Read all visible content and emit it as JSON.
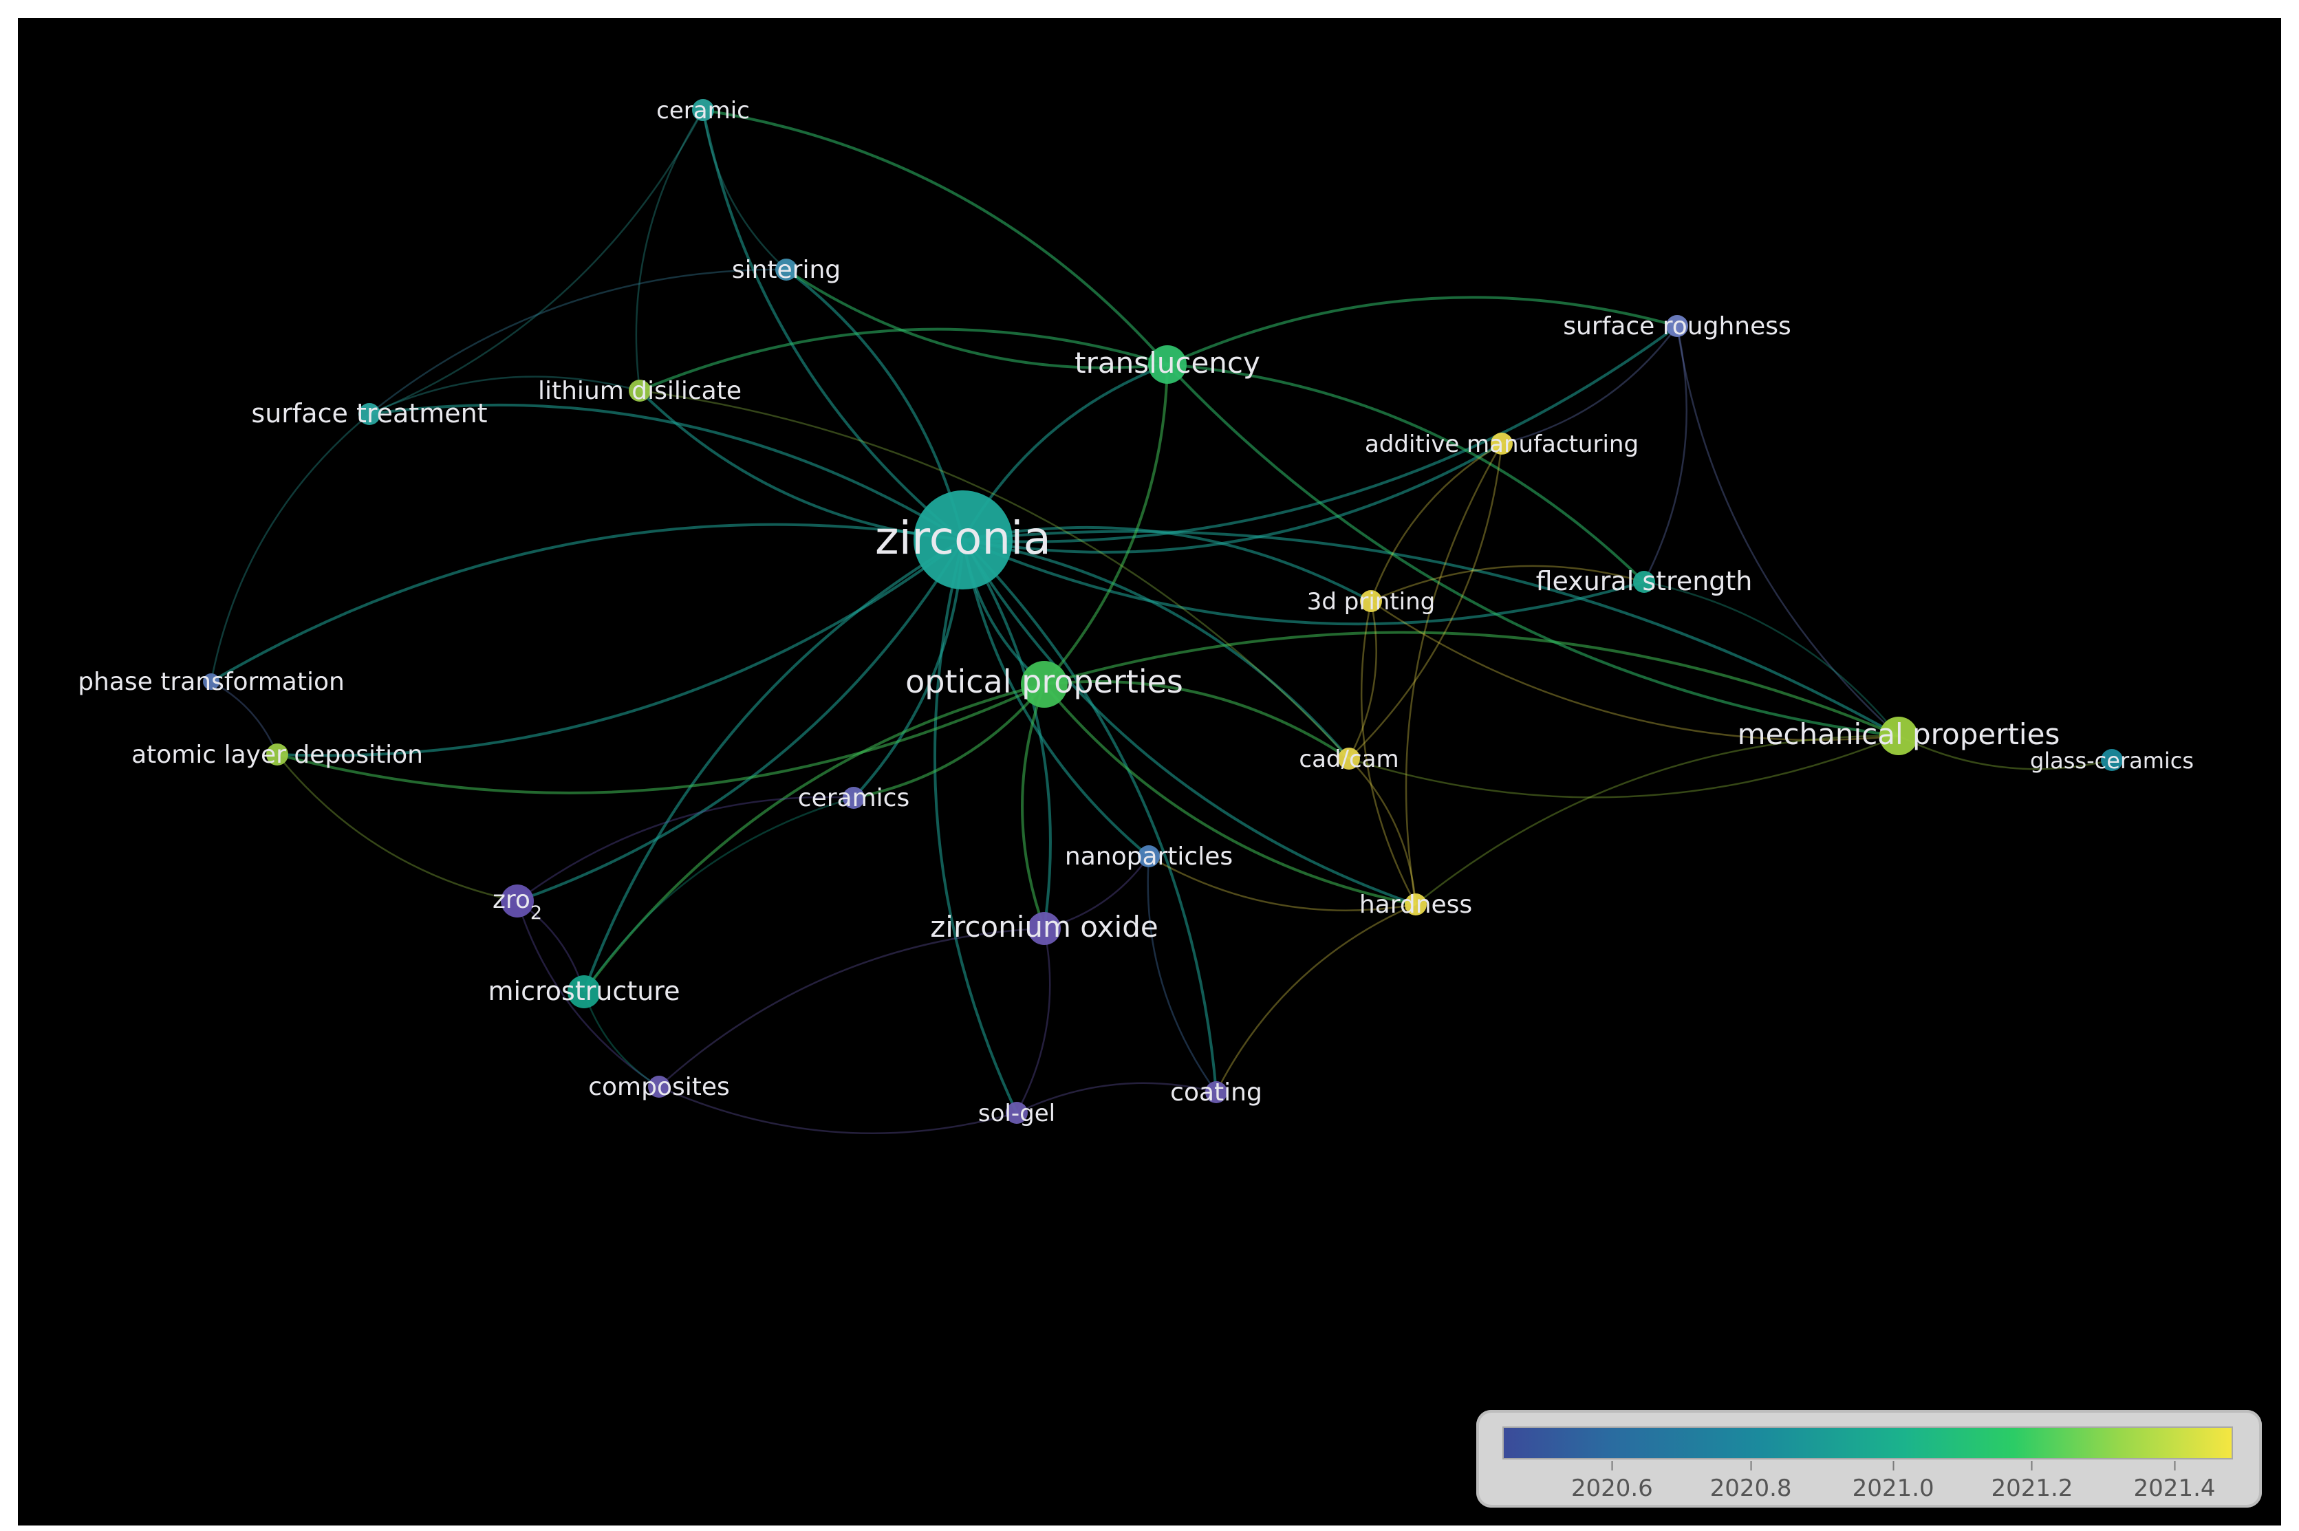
{
  "colors": {
    "background": "#000000",
    "label": "#e9e9ee",
    "legend_box": "#d4d4d4"
  },
  "chart_data": {
    "type": "network",
    "color_scale": {
      "ticks": [
        "2020.6",
        "2020.8",
        "2021.0",
        "2021.2",
        "2021.4"
      ]
    },
    "nodes": [
      {
        "id": "zirconia",
        "label": "zirconia",
        "color": "#1fa89a",
        "weight": 10
      },
      {
        "id": "optical-properties",
        "label": "optical properties",
        "color": "#3fbf55",
        "weight": 5
      },
      {
        "id": "translucency",
        "label": "translucency",
        "color": "#2fbf6a",
        "weight": 4
      },
      {
        "id": "mechanical-properties",
        "label": "mechanical properties",
        "color": "#9ccf3e",
        "weight": 4
      },
      {
        "id": "ceramic",
        "label": "ceramic",
        "color": "#2aa39c",
        "weight": 2
      },
      {
        "id": "sintering",
        "label": "sintering",
        "color": "#3f8fb0",
        "weight": 2
      },
      {
        "id": "surface-roughness",
        "label": "surface roughness",
        "color": "#6e7fc4",
        "weight": 2
      },
      {
        "id": "lithium-disilicate",
        "label": "lithium disilicate",
        "color": "#99c847",
        "weight": 2
      },
      {
        "id": "surface-treatment",
        "label": "surface treatment",
        "color": "#2aa7a0",
        "weight": 2
      },
      {
        "id": "additive-manufacturing",
        "label": "additive manufacturing",
        "color": "#e9d84a",
        "weight": 2
      },
      {
        "id": "3d-printing",
        "label": "3d printing",
        "color": "#e8d64a",
        "weight": 2
      },
      {
        "id": "flexural-strength",
        "label": "flexural strength",
        "color": "#1fa890",
        "weight": 2
      },
      {
        "id": "phase-transformation",
        "label": "phase transformation",
        "color": "#5a78b5",
        "weight": 1
      },
      {
        "id": "atomic-layer-deposition",
        "label": "atomic layer deposition",
        "color": "#9acb44",
        "weight": 2
      },
      {
        "id": "cad-cam",
        "label": "cad/cam",
        "color": "#e6d44b",
        "weight": 2
      },
      {
        "id": "glass-ceramics",
        "label": "glass-ceramics",
        "color": "#1b8a9d",
        "weight": 2
      },
      {
        "id": "ceramics",
        "label": "ceramics",
        "color": "#6868b8",
        "weight": 2
      },
      {
        "id": "nanoparticles",
        "label": "nanoparticles",
        "color": "#4e82bd",
        "weight": 2
      },
      {
        "id": "zro2",
        "label": "zro",
        "label_sub": "2",
        "color": "#6552b0",
        "weight": 3
      },
      {
        "id": "zirconium-oxide",
        "label": "zirconium oxide",
        "color": "#6a58b2",
        "weight": 3
      },
      {
        "id": "hardness",
        "label": "hardness",
        "color": "#e8d84a",
        "weight": 2
      },
      {
        "id": "microstructure",
        "label": "microstructure",
        "color": "#15a088",
        "weight": 3
      },
      {
        "id": "composites",
        "label": "composites",
        "color": "#6a5cb0",
        "weight": 2
      },
      {
        "id": "sol-gel",
        "label": "sol-gel",
        "color": "#6a5cb0",
        "weight": 2
      },
      {
        "id": "coating",
        "label": "coating",
        "color": "#6a5cb0",
        "weight": 2
      }
    ],
    "edges": [
      [
        "zirconia",
        "ceramic"
      ],
      [
        "zirconia",
        "sintering"
      ],
      [
        "zirconia",
        "translucency"
      ],
      [
        "zirconia",
        "surface-treatment"
      ],
      [
        "zirconia",
        "lithium-disilicate"
      ],
      [
        "zirconia",
        "optical-properties"
      ],
      [
        "zirconia",
        "mechanical-properties"
      ],
      [
        "zirconia",
        "flexural-strength"
      ],
      [
        "zirconia",
        "3d-printing"
      ],
      [
        "zirconia",
        "additive-manufacturing"
      ],
      [
        "zirconia",
        "ceramics"
      ],
      [
        "zirconia",
        "microstructure"
      ],
      [
        "zirconia",
        "zirconium-oxide"
      ],
      [
        "zirconia",
        "nanoparticles"
      ],
      [
        "zirconia",
        "cad-cam"
      ],
      [
        "zirconia",
        "hardness"
      ],
      [
        "zirconia",
        "zro2"
      ],
      [
        "zirconia",
        "surface-roughness"
      ],
      [
        "zirconia",
        "atomic-layer-deposition"
      ],
      [
        "zirconia",
        "phase-transformation"
      ],
      [
        "zirconia",
        "coating"
      ],
      [
        "zirconia",
        "sol-gel"
      ],
      [
        "optical-properties",
        "mechanical-properties"
      ],
      [
        "optical-properties",
        "translucency"
      ],
      [
        "optical-properties",
        "cad-cam"
      ],
      [
        "optical-properties",
        "hardness"
      ],
      [
        "optical-properties",
        "ceramics"
      ],
      [
        "optical-properties",
        "zirconium-oxide"
      ],
      [
        "optical-properties",
        "atomic-layer-deposition"
      ],
      [
        "optical-properties",
        "microstructure"
      ],
      [
        "translucency",
        "surface-roughness"
      ],
      [
        "translucency",
        "mechanical-properties"
      ],
      [
        "translucency",
        "flexural-strength"
      ],
      [
        "translucency",
        "lithium-disilicate"
      ],
      [
        "translucency",
        "sintering"
      ],
      [
        "translucency",
        "ceramic"
      ],
      [
        "surface-roughness",
        "flexural-strength"
      ],
      [
        "surface-roughness",
        "mechanical-properties"
      ],
      [
        "surface-roughness",
        "additive-manufacturing"
      ],
      [
        "additive-manufacturing",
        "3d-printing"
      ],
      [
        "additive-manufacturing",
        "cad-cam"
      ],
      [
        "additive-manufacturing",
        "hardness"
      ],
      [
        "3d-printing",
        "cad-cam"
      ],
      [
        "3d-printing",
        "hardness"
      ],
      [
        "3d-printing",
        "flexural-strength"
      ],
      [
        "3d-printing",
        "mechanical-properties"
      ],
      [
        "flexural-strength",
        "mechanical-properties"
      ],
      [
        "mechanical-properties",
        "glass-ceramics"
      ],
      [
        "mechanical-properties",
        "cad-cam"
      ],
      [
        "mechanical-properties",
        "hardness"
      ],
      [
        "cad-cam",
        "hardness"
      ],
      [
        "hardness",
        "coating"
      ],
      [
        "hardness",
        "nanoparticles"
      ],
      [
        "ceramic",
        "sintering"
      ],
      [
        "ceramic",
        "surface-treatment"
      ],
      [
        "ceramic",
        "lithium-disilicate"
      ],
      [
        "surface-treatment",
        "lithium-disilicate"
      ],
      [
        "surface-treatment",
        "phase-transformation"
      ],
      [
        "phase-transformation",
        "atomic-layer-deposition"
      ],
      [
        "atomic-layer-deposition",
        "zro2"
      ],
      [
        "zro2",
        "microstructure"
      ],
      [
        "zro2",
        "composites"
      ],
      [
        "zro2",
        "ceramics"
      ],
      [
        "microstructure",
        "composites"
      ],
      [
        "microstructure",
        "ceramics"
      ],
      [
        "composites",
        "sol-gel"
      ],
      [
        "composites",
        "zirconium-oxide"
      ],
      [
        "zirconium-oxide",
        "nanoparticles"
      ],
      [
        "zirconium-oxide",
        "sol-gel"
      ],
      [
        "nanoparticles",
        "coating"
      ],
      [
        "sol-gel",
        "coating"
      ],
      [
        "sintering",
        "surface-treatment"
      ],
      [
        "lithium-disilicate",
        "cad-cam"
      ]
    ]
  }
}
